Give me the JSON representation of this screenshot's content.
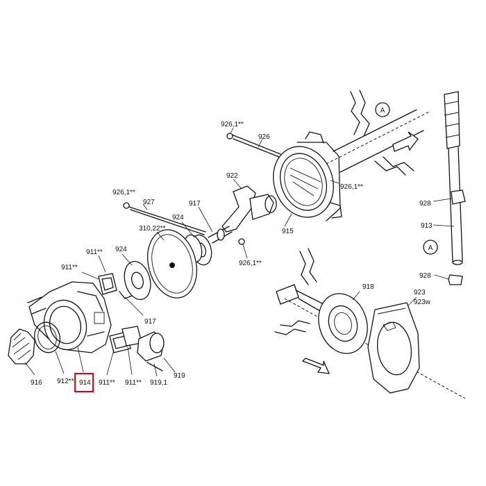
{
  "labels": {
    "l926_1_top": "926,1**",
    "l926": "926",
    "lA_top": "A",
    "l922": "922",
    "l926_1_right": "926,1**",
    "l926_1_left": "926,1**",
    "l927": "927",
    "l917_top": "917",
    "l924_top": "924",
    "l310": "310,22**",
    "l915": "915",
    "l928_top": "928",
    "l913": "913",
    "l911_a": "911**",
    "l924_left": "924",
    "l926_1_mid": "926,1**",
    "lA_right": "A",
    "l911_b": "911**",
    "l918": "918",
    "l928_bottom": "928",
    "l923": "923",
    "l923w": "923w",
    "l917_bottom": "917",
    "l916": "916",
    "l912": "912**",
    "l914": "914",
    "l911_c": "911**",
    "l911_d": "911**",
    "l919_1": "919,1",
    "l919": "919"
  },
  "highlight": {
    "color": "#e0001b"
  }
}
